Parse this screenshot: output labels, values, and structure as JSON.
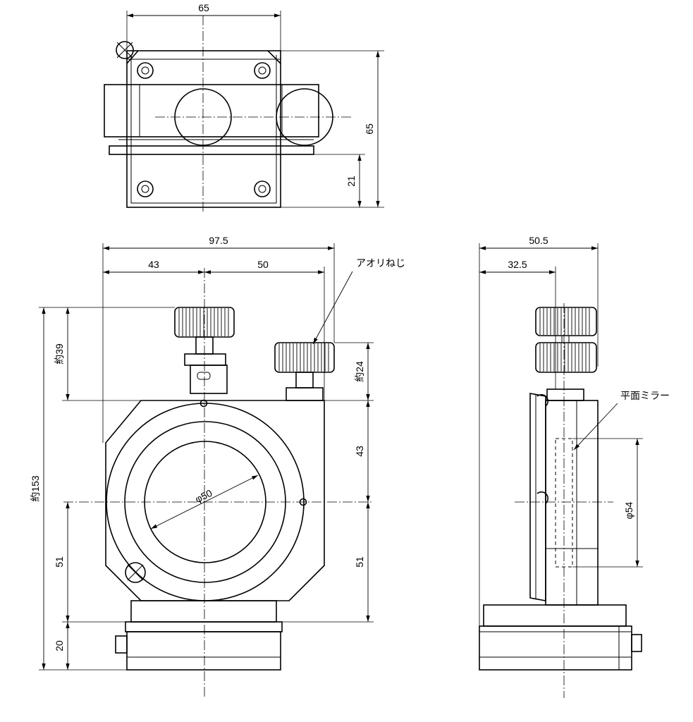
{
  "top_view": {
    "dim_width": "65",
    "dim_height": "65",
    "dim_offset": "21"
  },
  "front_view": {
    "dim_total_width": "97.5",
    "dim_left": "43",
    "dim_right": "50",
    "dim_total_height": "約153",
    "dim_knob_height": "約39",
    "dim_adjust_height": "約24",
    "dim_upper": "43",
    "dim_center_left": "51",
    "dim_center_right": "51",
    "dim_base": "20",
    "dim_aperture": "φ50",
    "label_adjust_screw": "アオリねじ"
  },
  "side_view": {
    "dim_total_width": "50.5",
    "dim_partial_width": "32.5",
    "dim_mirror_dia": "φ54",
    "label_mirror": "平面ミラー"
  }
}
